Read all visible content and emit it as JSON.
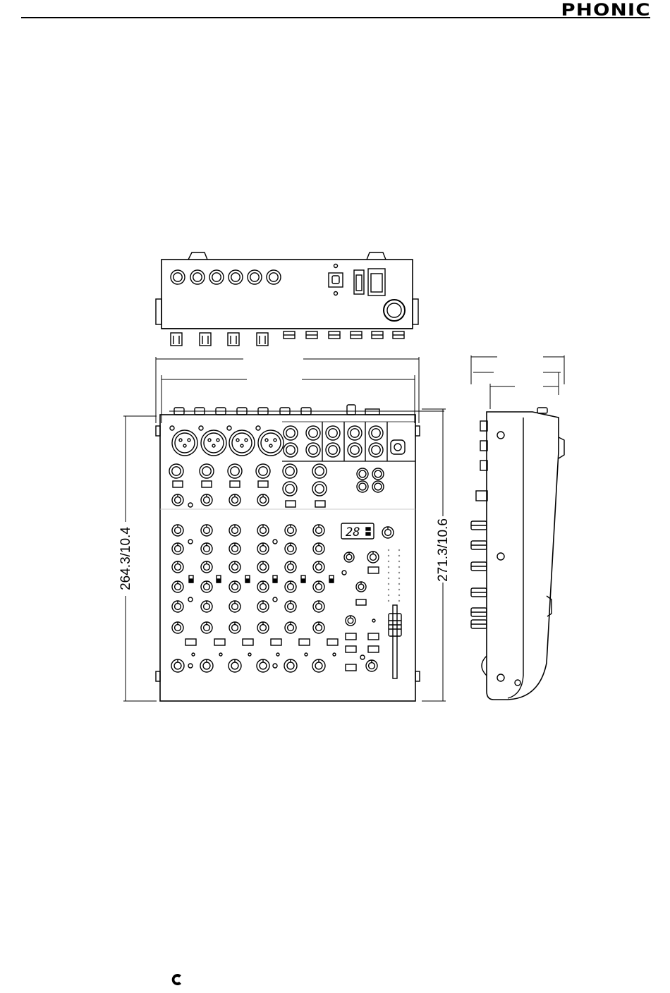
{
  "header": {
    "brand": "PHONIC"
  },
  "diagram": {
    "dim_left": "264.3/10.4",
    "dim_right": "271.3/10.6",
    "display_readout": "28"
  },
  "footer": {
    "logo_icon": "phonic-c-logo-icon"
  }
}
